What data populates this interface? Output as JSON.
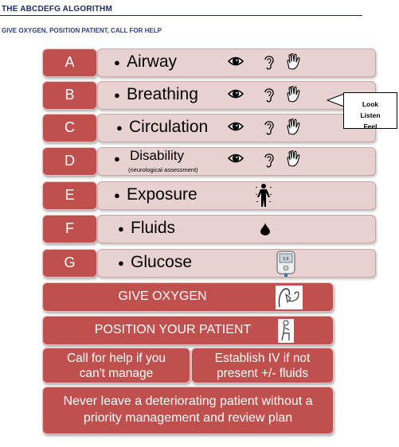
{
  "header": {
    "title": "THE ABCDEFG ALGORITHM",
    "subtitle": "GIVE OXYGEN, POSITION PATIENT, CALL FOR HELP"
  },
  "steps": [
    {
      "letter": "A",
      "label": "Airway",
      "icons": [
        "eye-icon",
        "ear-icon",
        "hand-icon"
      ]
    },
    {
      "letter": "B",
      "label": "Breathing",
      "icons": [
        "eye-icon",
        "ear-icon",
        "hand-icon"
      ]
    },
    {
      "letter": "C",
      "label": "Circulation",
      "icons": [
        "eye-icon",
        "ear-icon",
        "hand-icon"
      ]
    },
    {
      "letter": "D",
      "label": "Disability",
      "sublabel": "(neurological assessment)",
      "icons": [
        "eye-icon",
        "ear-icon",
        "hand-icon"
      ]
    },
    {
      "letter": "E",
      "label": "Exposure",
      "icons": [
        "body-figure-icon"
      ]
    },
    {
      "letter": "F",
      "label": "Fluids",
      "icons": [
        "droplet-icon"
      ]
    },
    {
      "letter": "G",
      "label": "Glucose",
      "icons": [
        "glucometer-icon"
      ]
    }
  ],
  "callout": {
    "lines": [
      "Look",
      "Listen",
      "Feel"
    ]
  },
  "actions": {
    "give_oxygen": "GIVE OXYGEN",
    "position_patient": "POSITION YOUR PATIENT",
    "call_help": [
      "Call for help if you",
      "can't manage"
    ],
    "establish_iv": [
      "Establish IV if not",
      "present +/- fluids"
    ],
    "never_leave": [
      "Never leave a deteriorating patient without a",
      "priority management and review plan"
    ]
  },
  "colors": {
    "accent_red": "#c0504d",
    "pale_pink": "#e8d1d1",
    "title_navy": "#1e2a6e"
  }
}
